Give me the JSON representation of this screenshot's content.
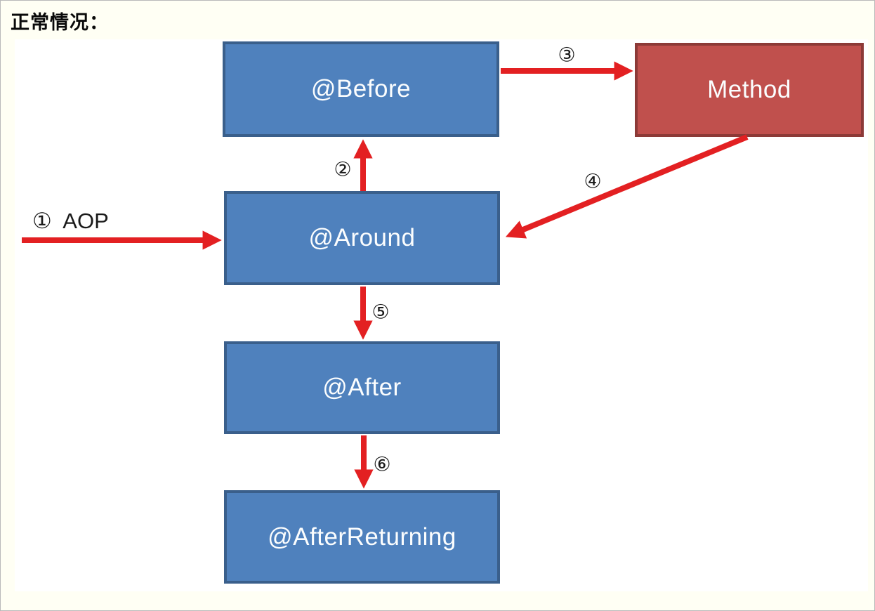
{
  "title": "正常情况：",
  "diagram": {
    "nodes": [
      {
        "id": "before",
        "label": "@Before"
      },
      {
        "id": "method",
        "label": "Method"
      },
      {
        "id": "around",
        "label": "@Around"
      },
      {
        "id": "after",
        "label": "@After"
      },
      {
        "id": "after-returning",
        "label": "@AfterReturning"
      }
    ],
    "arrows": [
      {
        "label": "①  AOP",
        "from": "entry",
        "to": "@Around"
      },
      {
        "label": "②",
        "from": "@Around",
        "to": "@Before"
      },
      {
        "label": "③",
        "from": "@Before",
        "to": "Method"
      },
      {
        "label": "④",
        "from": "Method",
        "to": "@Around"
      },
      {
        "label": "⑤",
        "from": "@Around",
        "to": "@After"
      },
      {
        "label": "⑥",
        "from": "@After",
        "to": "@AfterReturning"
      }
    ],
    "colors": {
      "advice_fill": "#4f81bd",
      "advice_border": "#3a5f8b",
      "method_fill": "#c0504d",
      "method_border": "#8c3a37",
      "arrow": "#e32022",
      "page_background": "#fffff4",
      "canvas_background": "#ffffff"
    }
  }
}
